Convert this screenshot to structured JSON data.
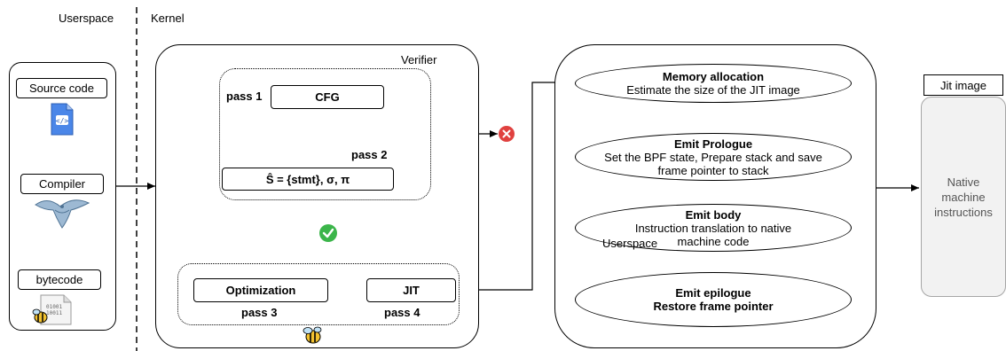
{
  "labels": {
    "userspace": "Userspace",
    "kernel": "Kernel",
    "verifier": "Verifier",
    "jit_image": "Jit image",
    "native": "Native machine instructions",
    "overlap_userspace": "Userspace"
  },
  "userspace_panel": {
    "source_code": "Source code",
    "compiler": "Compiler",
    "bytecode": "bytecode"
  },
  "verifier_panel": {
    "pass1": "pass 1",
    "cfg": "CFG",
    "pass2": "pass 2",
    "state": "Ŝ = {stmt}, σ, π",
    "optimization": "Optimization",
    "pass3": "pass 3",
    "jit": "JIT",
    "pass4": "pass 4"
  },
  "jit_panel": {
    "memory_title": "Memory allocation",
    "memory_desc": "Estimate the size of the JIT image",
    "prologue_title": "Emit Prologue",
    "prologue_desc_1": "Set the BPF state, Prepare stack and save",
    "prologue_desc_2": "frame pointer to stack",
    "body_title": "Emit body",
    "body_desc_1": "Instruction translation to native",
    "body_desc_2": "machine code",
    "epilogue_title": "Emit epilogue",
    "epilogue_desc": "Restore frame pointer"
  },
  "file_icon_text": [
    "01001",
    "10011"
  ],
  "colors": {
    "error": "#e0413f",
    "success": "#3bb54a",
    "file_icon": "#4a86e8",
    "dragon": "#7fa7c8",
    "bee": "#f2c230",
    "jit_image_fill": "#f2f2f2"
  }
}
